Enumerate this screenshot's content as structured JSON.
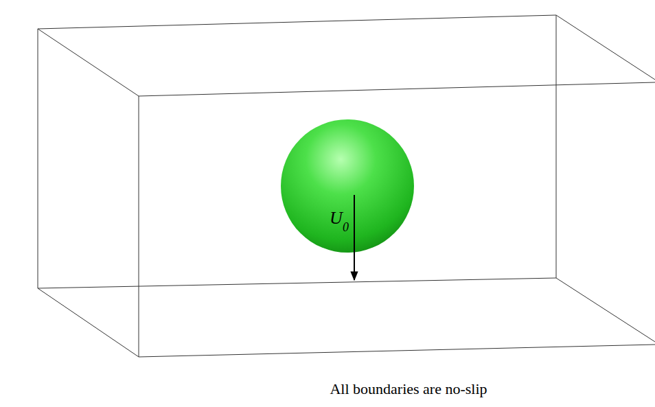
{
  "diagram": {
    "caption": "All boundaries are no-slip",
    "labels": [
      "U",
      "0"
    ]
  }
}
